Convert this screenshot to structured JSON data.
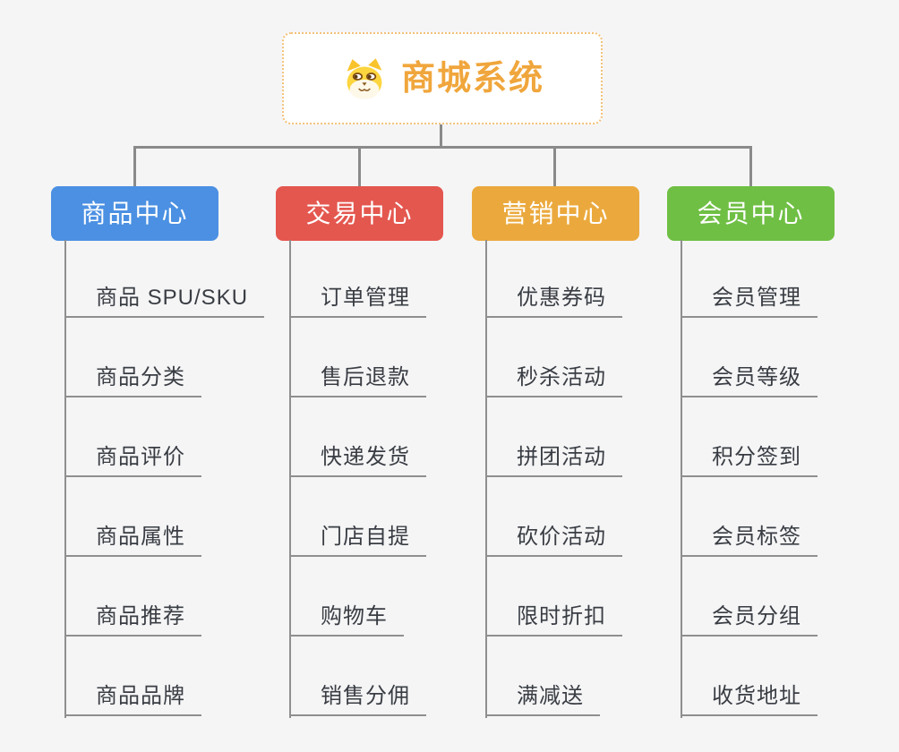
{
  "root": {
    "title": "商城系统",
    "icon": "dog-face-icon"
  },
  "branches": [
    {
      "label": "商品中心",
      "color": "#4b90e2",
      "items": [
        "商品 SPU/SKU",
        "商品分类",
        "商品评价",
        "商品属性",
        "商品推荐",
        "商品品牌"
      ]
    },
    {
      "label": "交易中心",
      "color": "#e4574f",
      "items": [
        "订单管理",
        "售后退款",
        "快递发货",
        "门店自提",
        "购物车",
        "销售分佣"
      ]
    },
    {
      "label": "营销中心",
      "color": "#eba93d",
      "items": [
        "优惠券码",
        "秒杀活动",
        "拼团活动",
        "砍价活动",
        "限时折扣",
        "满减送"
      ]
    },
    {
      "label": "会员中心",
      "color": "#6fbf44",
      "items": [
        "会员管理",
        "会员等级",
        "积分签到",
        "会员标签",
        "会员分组",
        "收货地址"
      ]
    }
  ],
  "colors": {
    "background": "#f5f5f6",
    "connector": "#8a8a8a",
    "root_border": "#f2c178",
    "root_text": "#f0a63c",
    "leaf_text": "#393d43"
  }
}
